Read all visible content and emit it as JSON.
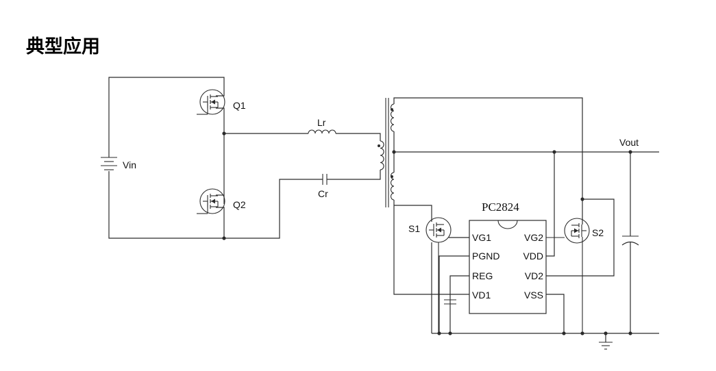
{
  "heading": "典型应用",
  "labels": {
    "vin": "Vin",
    "q1": "Q1",
    "q2": "Q2",
    "lr": "Lr",
    "cr": "Cr",
    "vout": "Vout",
    "s1": "S1",
    "s2": "S2",
    "chip": "PC2824"
  },
  "pins": {
    "vg1": "VG1",
    "pgnd": "PGND",
    "reg": "REG",
    "vd1": "VD1",
    "vg2": "VG2",
    "vdd": "VDD",
    "vd2": "VD2",
    "vss": "VSS"
  }
}
